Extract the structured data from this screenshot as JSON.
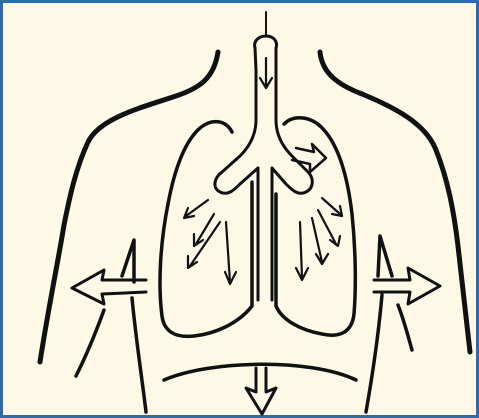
{
  "diagram": {
    "subject": "inhalation-breathing-lungs",
    "colors": {
      "background": "#fdf9e6",
      "border": "#2d6bb0",
      "ink": "#111111"
    },
    "icons": [
      "trachea",
      "bronchi",
      "left-lung",
      "right-lung",
      "diaphragm",
      "airflow-arrows",
      "ribcage-expansion-arrows",
      "diaphragm-down-arrow"
    ]
  }
}
